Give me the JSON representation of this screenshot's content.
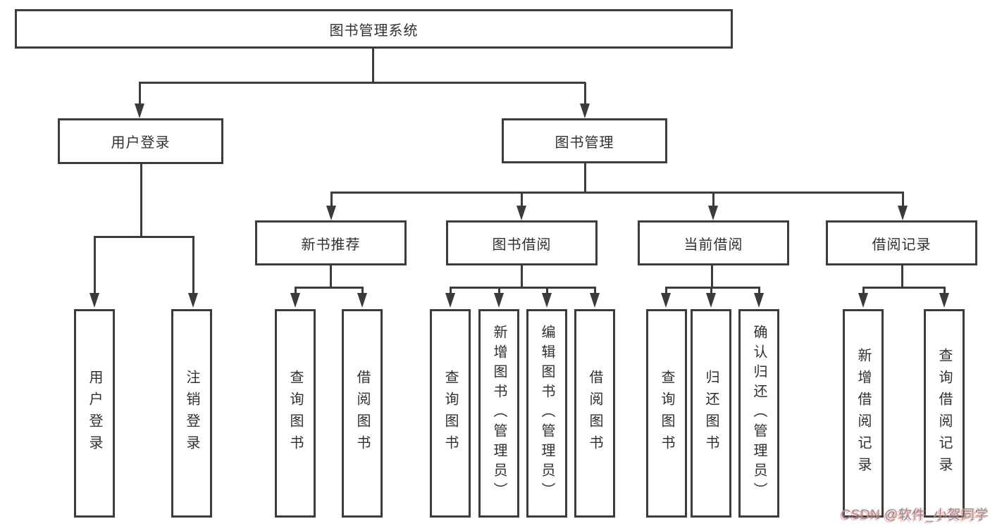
{
  "diagram_type": "hierarchy-tree",
  "tree": {
    "label": "图书管理系统",
    "children": [
      {
        "label": "用户登录",
        "children": [
          {
            "label": "用户登录"
          },
          {
            "label": "注销登录"
          }
        ]
      },
      {
        "label": "图书管理",
        "children": [
          {
            "label": "新书推荐",
            "children": [
              {
                "label": "查询图书"
              },
              {
                "label": "借阅图书"
              }
            ]
          },
          {
            "label": "图书借阅",
            "children": [
              {
                "label": "查询图书"
              },
              {
                "label": "新增图书（管理员）"
              },
              {
                "label": "编辑图书（管理员）"
              },
              {
                "label": "借阅图书"
              }
            ]
          },
          {
            "label": "当前借阅",
            "children": [
              {
                "label": "查询图书"
              },
              {
                "label": "归还图书"
              },
              {
                "label": "确认归还（管理员）"
              }
            ]
          },
          {
            "label": "借阅记录",
            "children": [
              {
                "label": "新增借阅记录"
              },
              {
                "label": "查询借阅记录"
              }
            ]
          }
        ]
      }
    ]
  },
  "watermark": {
    "text": "CSDN @软件_小贺同学"
  },
  "colors": {
    "line": "#3b3b3b",
    "node_border": "#3b3b3b",
    "node_text": "#303030",
    "background": "#ffffff",
    "watermark_gray": "#8e8e8e",
    "watermark_pink": "#f08c8c"
  }
}
